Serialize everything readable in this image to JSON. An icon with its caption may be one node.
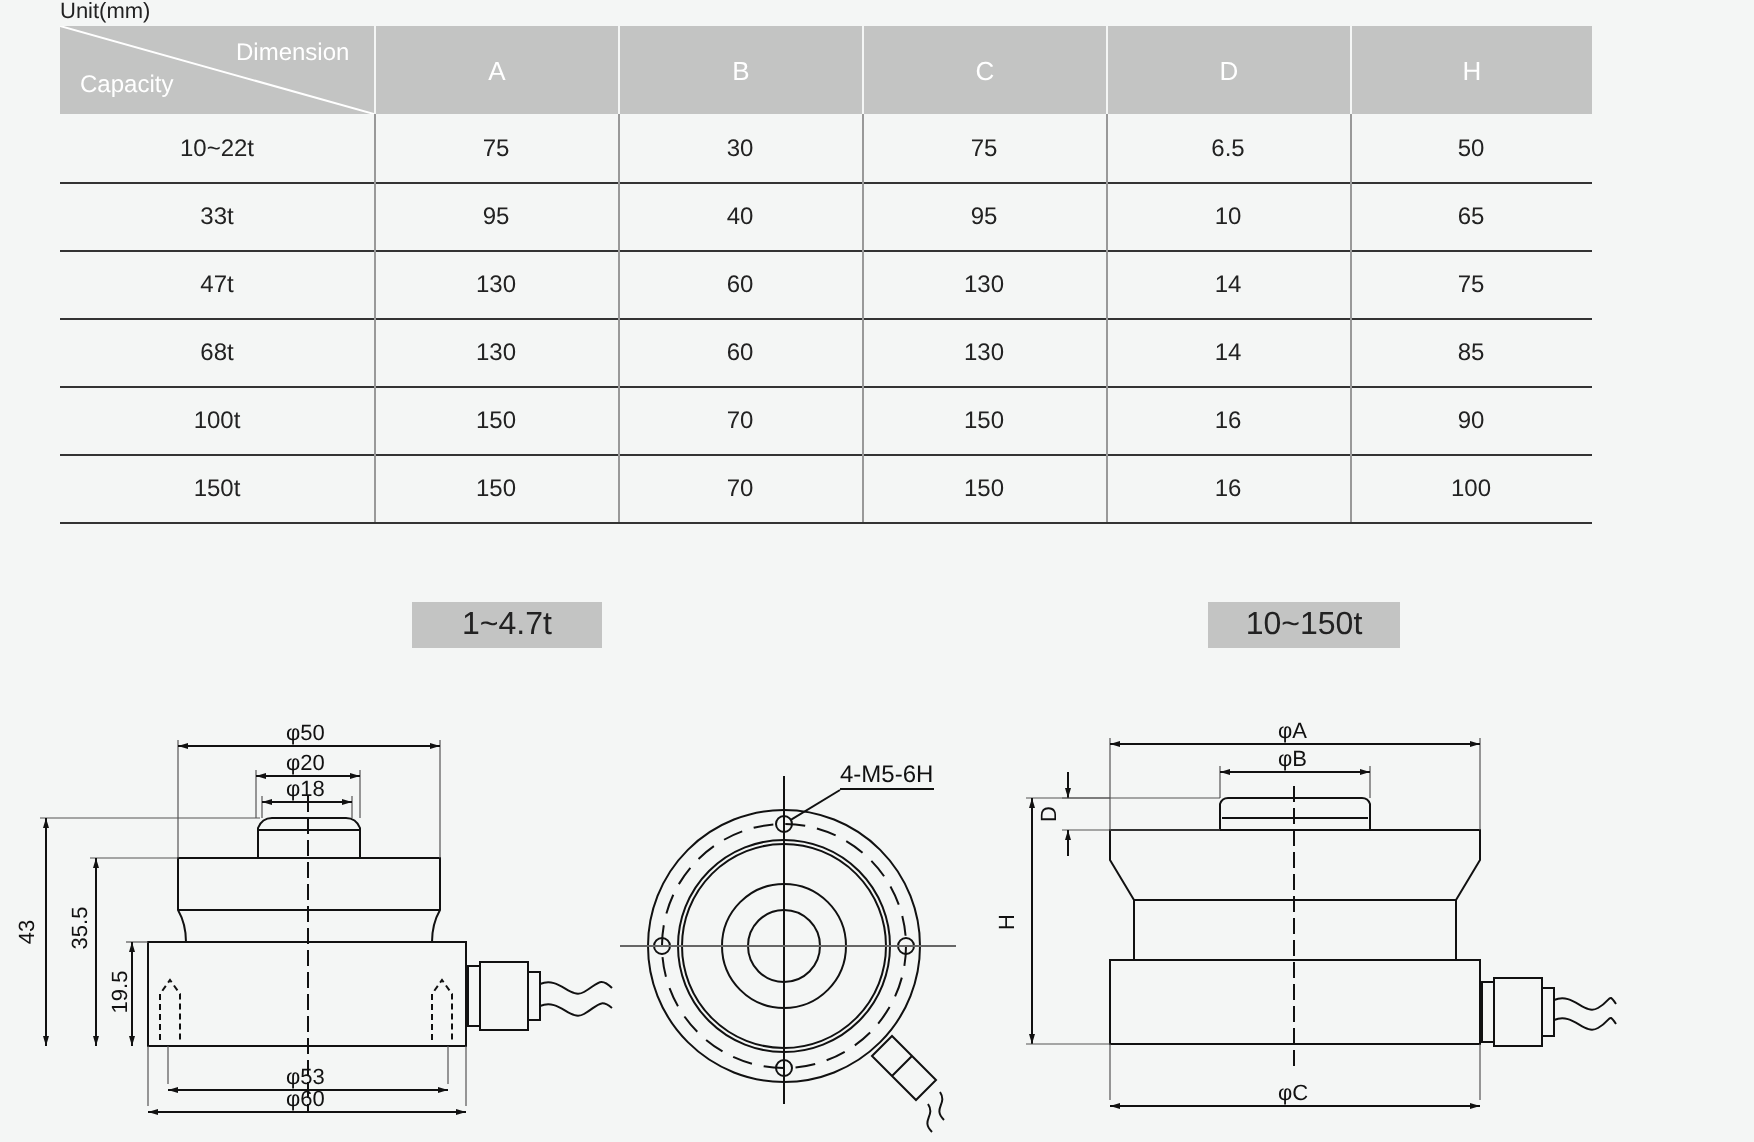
{
  "diagram": {
    "nodes": [
      {
        "text": [
          "1~4.7t"
        ]
      },
      {
        "text": [
          "10~150t"
        ]
      },
      {
        "text": [
          "4-M5-6H"
        ]
      },
      {
        "text": [],
        "shape": "circle"
      }
    ],
    "edges": [
      {
        "from": 2,
        "to": 3,
        "arrow": "none"
      }
    ],
    "labels": [
      "Unit(mm)",
      "Dimension",
      "Capacity",
      "A",
      "B",
      "C",
      "D",
      "H",
      "10~22t",
      "75",
      "30",
      "75",
      "6.5",
      "50",
      "33t",
      "95",
      "40",
      "95",
      "10",
      "65",
      "47t",
      "130",
      "60",
      "130",
      "14",
      "75",
      "68t",
      "130",
      "60",
      "130",
      "14",
      "85",
      "100t",
      "150",
      "70",
      "150",
      "16",
      "90",
      "150t",
      "150",
      "70",
      "150",
      "16",
      "100",
      "φ50",
      "φ20",
      "φ18",
      "43",
      "35.5",
      "19.5",
      "φ53",
      "φ60",
      "φA",
      "φB",
      "D",
      "H",
      "φC"
    ]
  }
}
